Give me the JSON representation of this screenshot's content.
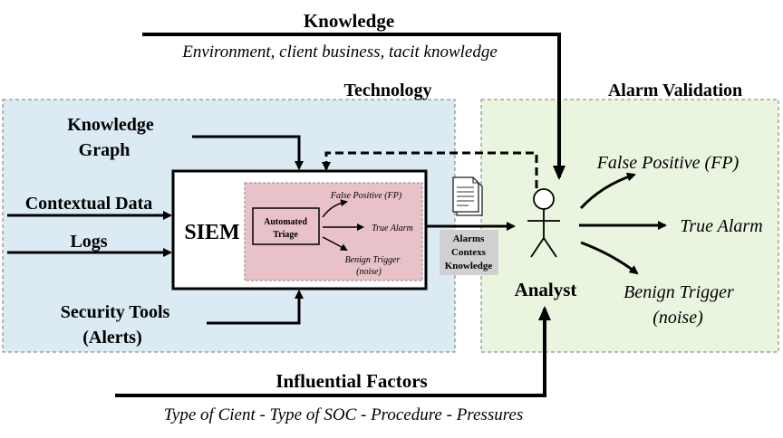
{
  "knowledge": {
    "title": "Knowledge",
    "subtitle": "Environment, client business, tacit knowledge"
  },
  "technology": {
    "title": "Technology",
    "inputs": {
      "knowledge_graph_line1": "Knowledge",
      "knowledge_graph_line2": "Graph",
      "contextual_data": "Contextual Data",
      "logs": "Logs",
      "security_tools_line1": "Security Tools",
      "security_tools_line2": "(Alerts)"
    },
    "siem": {
      "label": "SIEM",
      "triage_line1": "Automated",
      "triage_line2": "Triage",
      "outputs": {
        "fp": "False Positive (FP)",
        "true_alarm": "True Alarm",
        "benign_line1": "Benign Trigger",
        "benign_line2": "(noise)"
      }
    }
  },
  "handoff": {
    "line1": "Alarms",
    "line2": "Contexs",
    "line3": "Knowledge"
  },
  "validation": {
    "title": "Alarm Validation",
    "analyst": "Analyst",
    "outputs": {
      "fp": "False Positive (FP)",
      "true_alarm": "True Alarm",
      "benign_line1": "Benign Trigger",
      "benign_line2": "(noise)"
    }
  },
  "influential": {
    "title": "Influential Factors",
    "subtitle": "Type of Cient - Type of SOC - Procedure - Pressures"
  },
  "colors": {
    "technology_bg": "#dbeaf3",
    "validation_bg": "#eaf5e0",
    "triage_bg": "#e8c2c8",
    "handoff_label_bg": "#d0d0d0",
    "line": "#000000"
  }
}
